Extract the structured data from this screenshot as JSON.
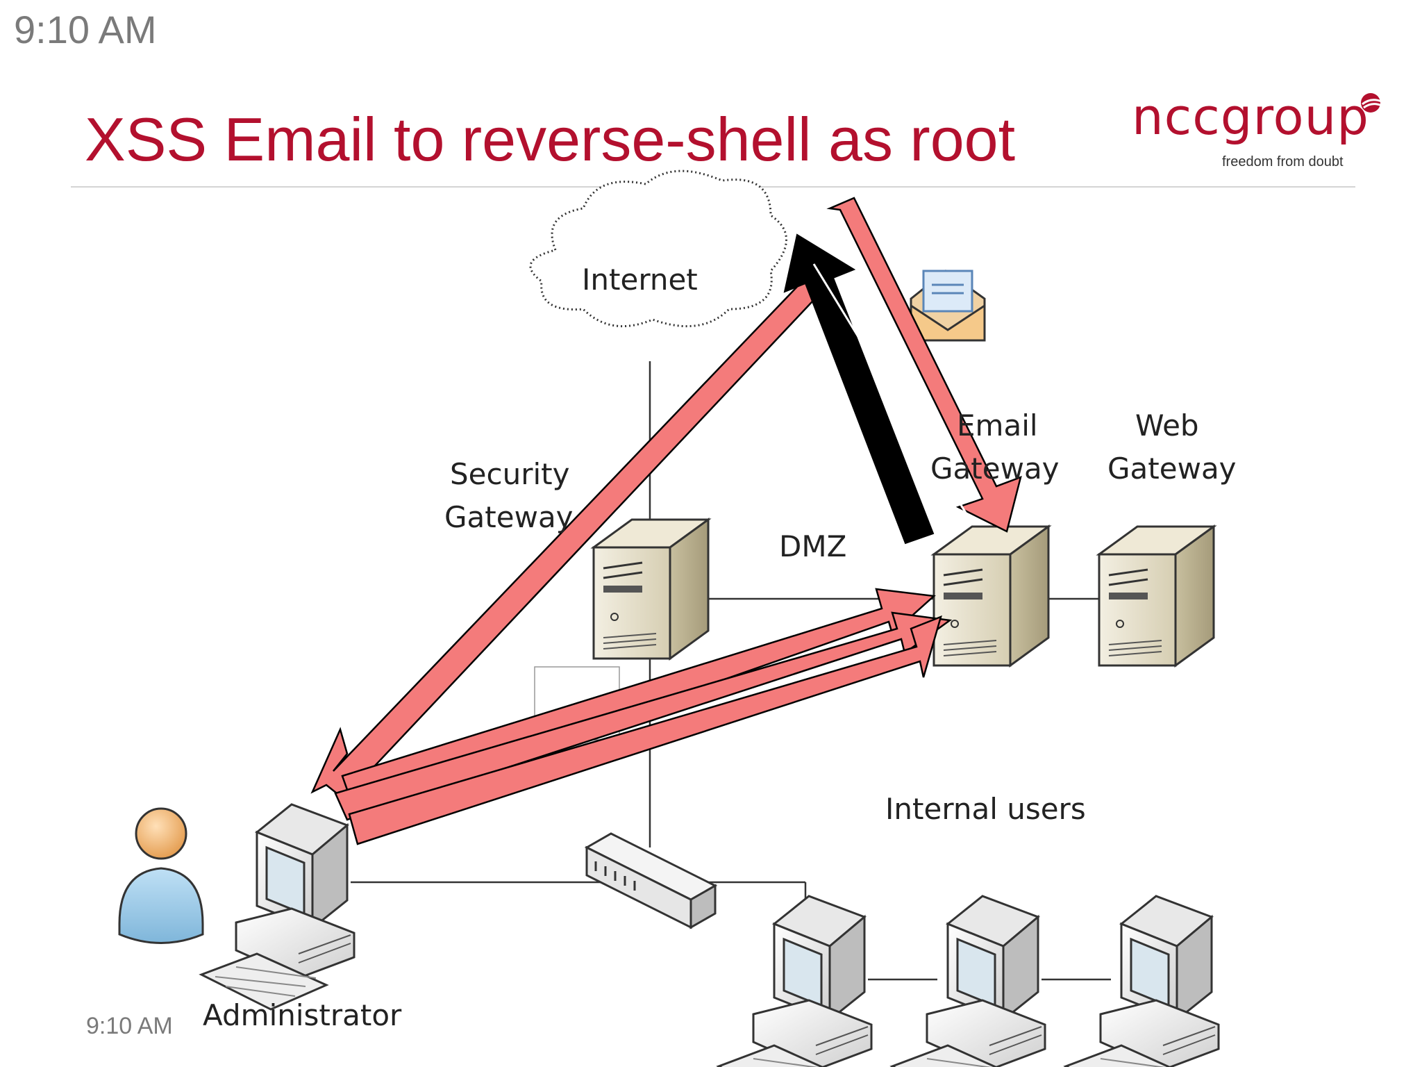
{
  "clock": {
    "top": "9:10 AM",
    "bottom": "9:10 AM"
  },
  "slide": {
    "title": "XSS Email to reverse-shell as root"
  },
  "logo": {
    "wordmark": "nccgroup",
    "tagline": "freedom from doubt",
    "color": "#b3102e"
  },
  "diagram": {
    "nodes": {
      "internet": "Internet",
      "security_gateway": [
        "Security",
        "Gateway"
      ],
      "dmz": "DMZ",
      "email_gateway": [
        "Email",
        "Gateway"
      ],
      "web_gateway": [
        "Web",
        "Gateway"
      ],
      "internal_users": "Internal users",
      "administrator": "Administrator"
    },
    "icons": [
      "cloud-icon",
      "server-icon",
      "desktop-computer-icon",
      "network-switch-icon",
      "user-icon",
      "envelope-icon"
    ],
    "arrow_colors": {
      "attack": "#f47b7b",
      "reverse_shell": "#000000"
    }
  }
}
